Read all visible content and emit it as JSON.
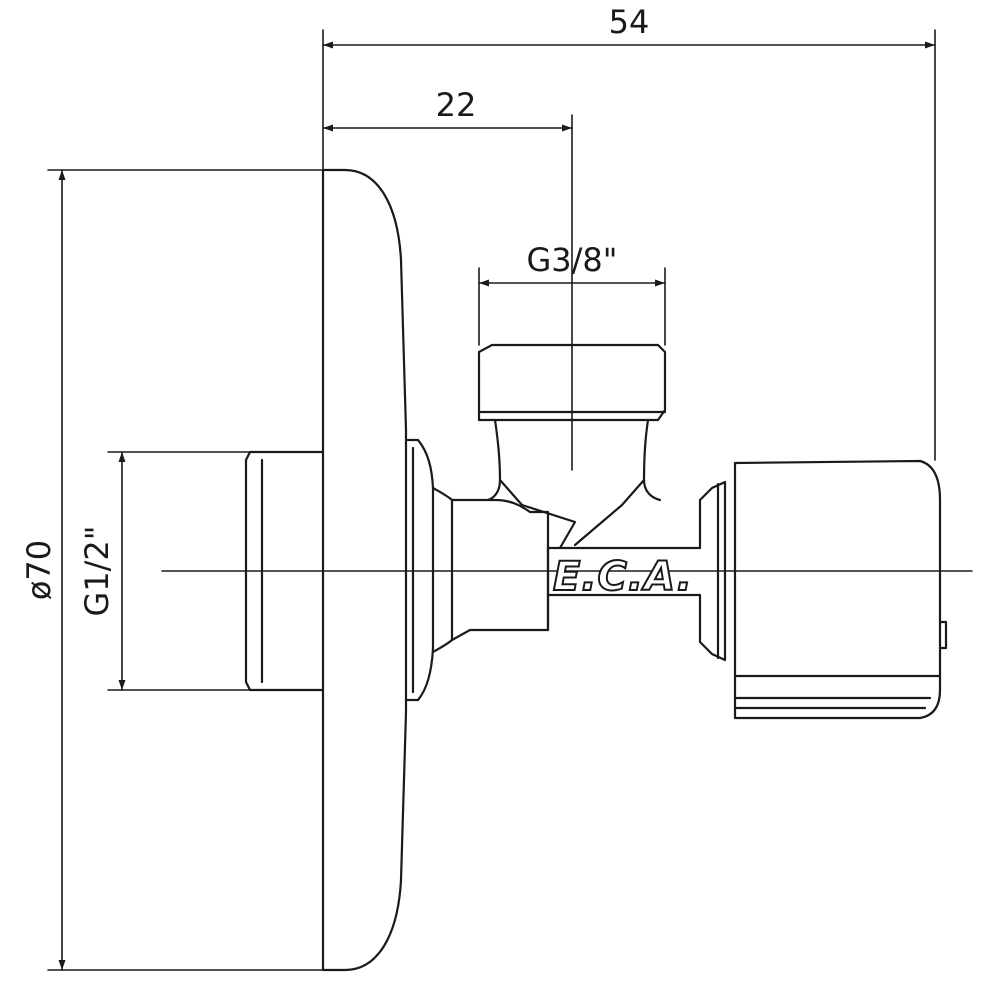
{
  "dimensions": {
    "overall_length": "54",
    "outlet_offset": "22",
    "outlet_thread": "G3/8\"",
    "flange_diameter": "ø70",
    "inlet_thread": "G1/2\""
  },
  "brand_logo": "E.C.A.",
  "colors": {
    "line": "#1a1a1a",
    "background": "#ffffff"
  }
}
